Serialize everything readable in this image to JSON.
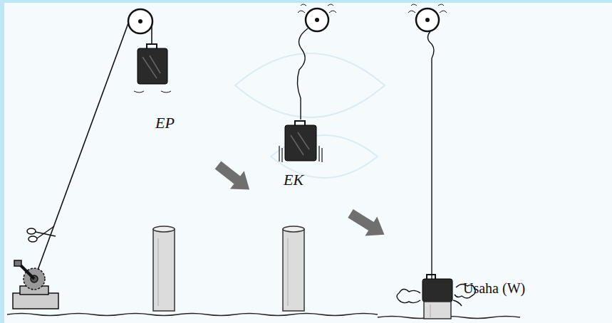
{
  "diagram": {
    "labels": [
      "EP",
      "EK",
      "Usaha (W)"
    ]
  }
}
